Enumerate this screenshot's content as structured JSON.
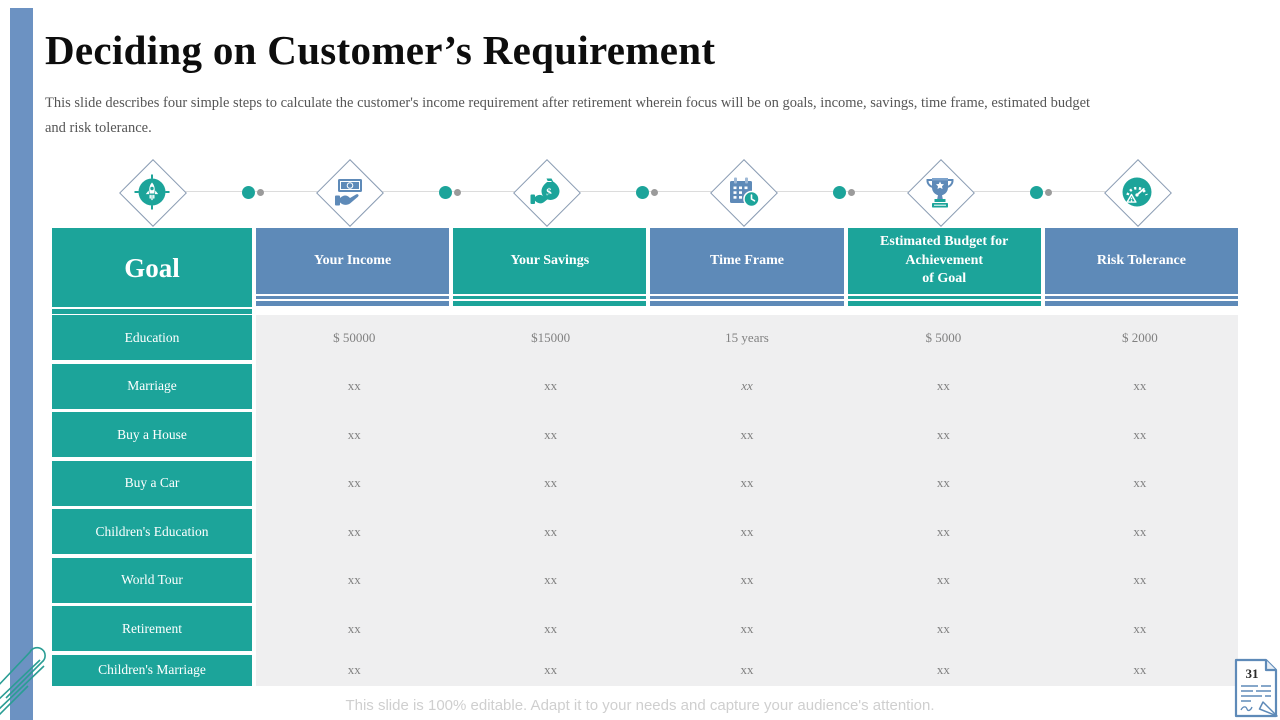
{
  "slide": {
    "title": "Deciding on Customer’s Requirement",
    "subtitle_lines": [
      "This slide describes four simple steps to calculate the customer's income requirement after retirement wherein focus will be on goals, income, savings, time frame, estimated budget",
      "and risk tolerance."
    ],
    "footer": "This slide is 100% editable. Adapt it to your needs and capture your audience's attention.",
    "page_number": "31"
  },
  "colors": {
    "teal": "#1CA49A",
    "blue": "#5E8AB8",
    "sidebar_blue": "#6C92C2",
    "data_bg": "#EFEFF0",
    "data_text": "#818181"
  },
  "timeline": {
    "steps": [
      {
        "icon": "goal-target-rocket-icon"
      },
      {
        "icon": "income-hand-banknote-icon"
      },
      {
        "icon": "savings-hand-moneybag-icon"
      },
      {
        "icon": "timeframe-calendar-clock-icon"
      },
      {
        "icon": "budget-trophy-icon"
      },
      {
        "icon": "risk-gauge-warning-icon"
      }
    ]
  },
  "table": {
    "goal_header": "Goal",
    "columns": [
      "Your Income",
      "Your Savings",
      "Time Frame",
      "Estimated Budget for\nAchievement\nof  Goal",
      "Risk Tolerance"
    ],
    "rows": [
      {
        "goal": "Education",
        "values": [
          "$ 50000",
          "$15000",
          "15 years",
          "$ 5000",
          "$ 2000"
        ]
      },
      {
        "goal": "Marriage",
        "values": [
          "xx",
          "xx",
          "xx",
          "xx",
          "xx"
        ]
      },
      {
        "goal": "Buy a House",
        "values": [
          "xx",
          "xx",
          "xx",
          "xx",
          "xx"
        ]
      },
      {
        "goal": "Buy a Car",
        "values": [
          "xx",
          "xx",
          "xx",
          "xx",
          "xx"
        ]
      },
      {
        "goal": "Children's Education",
        "values": [
          "xx",
          "xx",
          "xx",
          "xx",
          "xx"
        ]
      },
      {
        "goal": "World Tour",
        "values": [
          "xx",
          "xx",
          "xx",
          "xx",
          "xx"
        ]
      },
      {
        "goal": "Retirement",
        "values": [
          "xx",
          "xx",
          "xx",
          "xx",
          "xx"
        ]
      },
      {
        "goal": "Children's Marriage",
        "values": [
          "xx",
          "xx",
          "xx",
          "xx",
          "xx"
        ]
      }
    ]
  }
}
